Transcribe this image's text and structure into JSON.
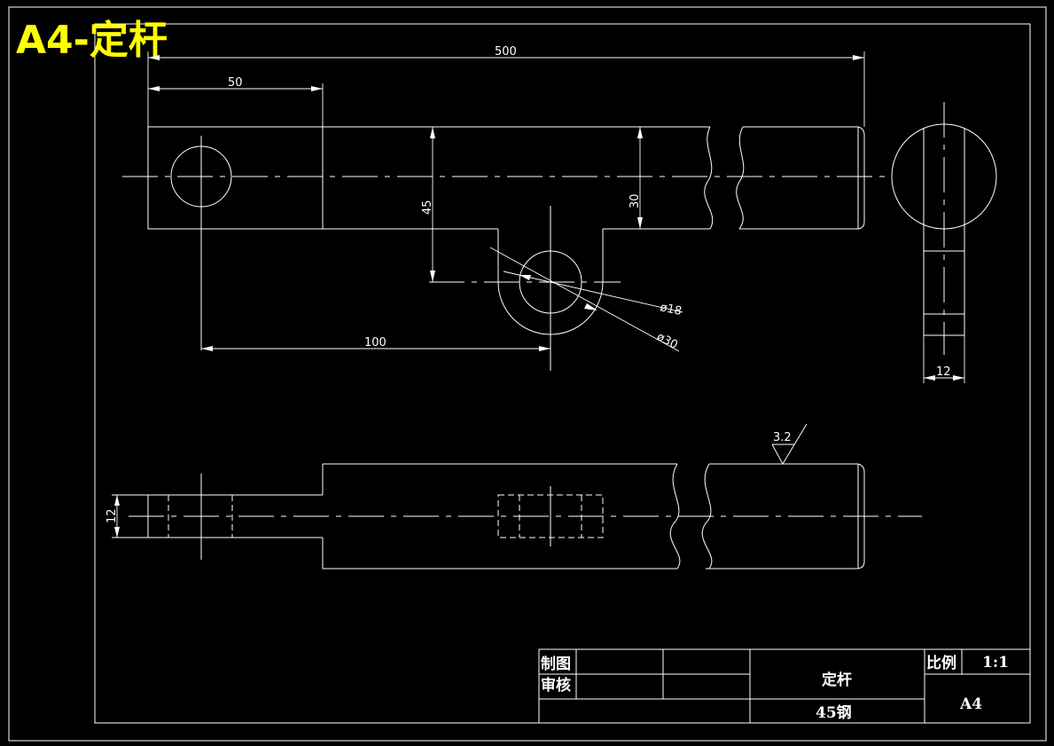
{
  "sheet_title": "A4-定杆",
  "dimensions": {
    "overall_length": "500",
    "slot_length": "50",
    "height_outer": "45",
    "height_bar": "30",
    "hole_small_dia": "ø18",
    "hole_large_dia": "ø30",
    "hole_offset": "100",
    "side_width": "12",
    "bottom_thickness": "12",
    "surface_roughness": "3.2"
  },
  "title_block": {
    "drawn_label": "制图",
    "checked_label": "审核",
    "part_name": "定杆",
    "material": "45钢",
    "scale_label": "比例",
    "scale_value": "1:1",
    "paper_size": "A4"
  },
  "colors": {
    "background": "#000000",
    "lines": "#ffffff",
    "title": "#ffff00"
  }
}
